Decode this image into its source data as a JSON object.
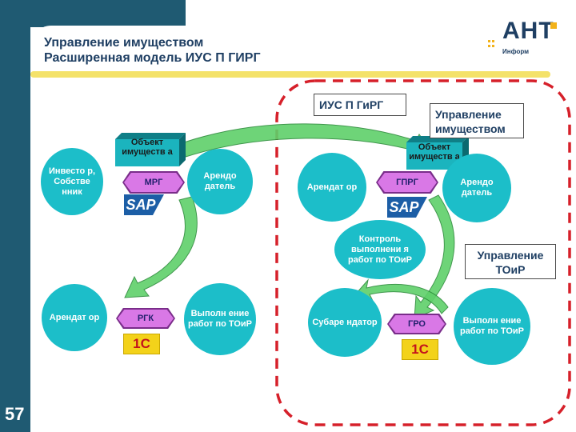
{
  "slide": {
    "title_line1": "Управление имуществом",
    "title_line2": "Расширенная  модель ИУС П ГИРГ",
    "number": "57"
  },
  "logo": {
    "main": "АНТ",
    "sub": "Информ"
  },
  "colors": {
    "circle": "#1cbec9",
    "hex": "#d978e6",
    "dashed": "#d6202a",
    "arrow": "#5fd06a",
    "banner": "#1f5a72"
  },
  "left_model": {
    "object_label": "Объект имуществ а",
    "system_mrg": "МРГ",
    "system_rgk": "РГК",
    "circles": {
      "investor": "Инвесто р, Собстве нник",
      "landlord": "Арендо датель",
      "tenant": "Арендат ор",
      "executor": "Выполн ение работ по ТОиР"
    },
    "sap": "SAP",
    "onec": "1С"
  },
  "right_model": {
    "callout_ius": "ИУС П ГиРГ",
    "callout_property": "Управление имуществом",
    "callout_toir": "Управление ТОиР",
    "object_label": "Объект имуществ а",
    "system_gprg": "ГПРГ",
    "system_gro": "ГРО",
    "circles": {
      "tenant": "Арендат ор",
      "landlord": "Арендо датель",
      "control": "Контроль выполнени я работ по ТОиР",
      "subtenant": "Субаре ндатор",
      "executor": "Выполн ение работ по ТОиР"
    },
    "sap": "SAP",
    "onec": "1С"
  }
}
